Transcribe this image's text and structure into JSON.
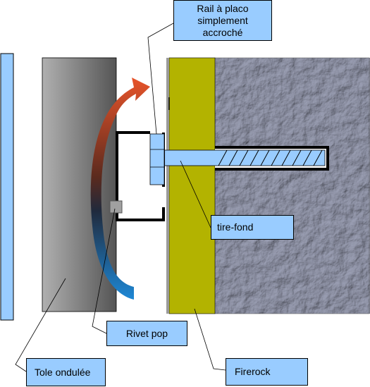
{
  "labels": {
    "rail": [
      "Rail à placo",
      "simplement",
      "accroché"
    ],
    "tire_fond": "tire-fond",
    "rivet": "Rivet pop",
    "tole": "Tole ondulée",
    "firerock": "Firerock"
  },
  "colors": {
    "label_fill": "#99ccff",
    "panel_blue": "#99ccff",
    "tole_dark": "#5a5a5a",
    "tole_light": "#b4b4b4",
    "firerock": "#b3b300",
    "concrete": "#6d7184",
    "arrow_top": "#e8542a",
    "arrow_bottom": "#1e88d6",
    "rivet": "#a0a0a0",
    "screw": "#99ccff"
  }
}
